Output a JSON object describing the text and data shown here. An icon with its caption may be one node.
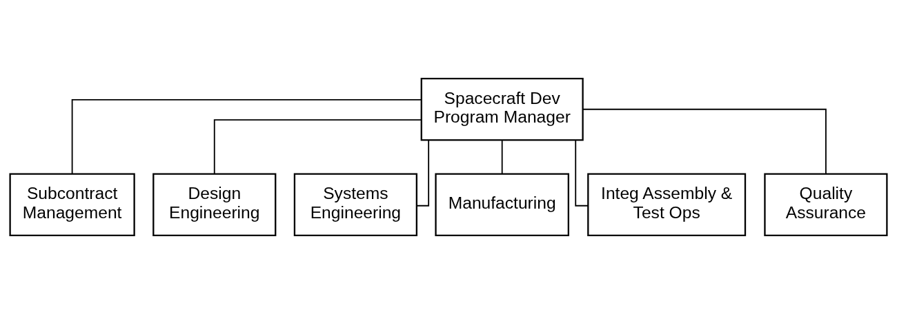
{
  "diagram": {
    "nodes": [
      {
        "text": [
          "Spacecraft Dev Program Manager"
        ]
      },
      {
        "text": [
          "Subcontract Management"
        ]
      },
      {
        "text": [
          "Design Engineering"
        ]
      },
      {
        "text": [
          "Systems Engineering"
        ]
      },
      {
        "text": [
          "Manufacturing"
        ]
      },
      {
        "text": [
          "Integ Assembly & Test Ops"
        ]
      },
      {
        "text": [
          "Quality Assurance"
        ]
      }
    ],
    "edges": [
      {
        "from": 0,
        "to": 1,
        "arrow": "none"
      },
      {
        "from": 0,
        "to": 2,
        "arrow": "none"
      },
      {
        "from": 0,
        "to": 3,
        "arrow": "none"
      },
      {
        "from": 0,
        "to": 4,
        "arrow": "none"
      },
      {
        "from": 0,
        "to": 5,
        "arrow": "none"
      },
      {
        "from": 0,
        "to": 6,
        "arrow": "none"
      }
    ]
  }
}
